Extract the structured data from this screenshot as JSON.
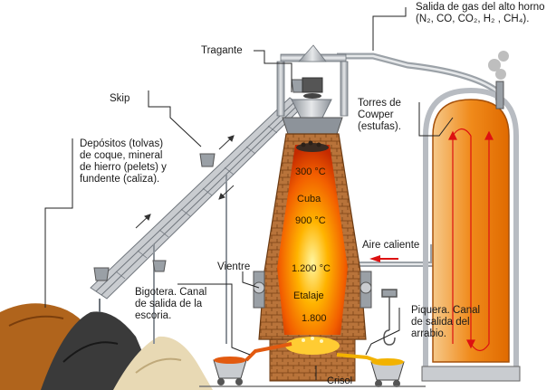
{
  "labels": {
    "gas_outlet": "Salida de gas del alto horno",
    "gas_list": "(N₂, CO, CO₂, H₂ , CH₄).",
    "tragante": "Tragante",
    "skip": "Skip",
    "depositos": "Depósitos (tolvas)\nde coque, mineral\nde hierro (pelets) y\nfundente (caliza).",
    "cowper": "Torres de\nCowper\n(estufas).",
    "t300": "300 °C",
    "cuba": "Cuba",
    "t900": "900 °C",
    "aire": "Aire caliente",
    "vientre": "Vientre",
    "t1200": "1.200 °C",
    "etalaje": "Etalaje",
    "bigotera": "Bigotera. Canal\nde salida de la\nescoria.",
    "t1800": "1.800",
    "piquera": "Piquera. Canal\nde salida del\narrabio.",
    "crisol": "Crisol"
  },
  "colors": {
    "flame_core": "#fff6a0",
    "flame_mid": "#ffb400",
    "flame_outer": "#e23a00",
    "brick": "#b5702f",
    "steel": "#b8bcc2",
    "cowper_hot": "#f07a10"
  }
}
